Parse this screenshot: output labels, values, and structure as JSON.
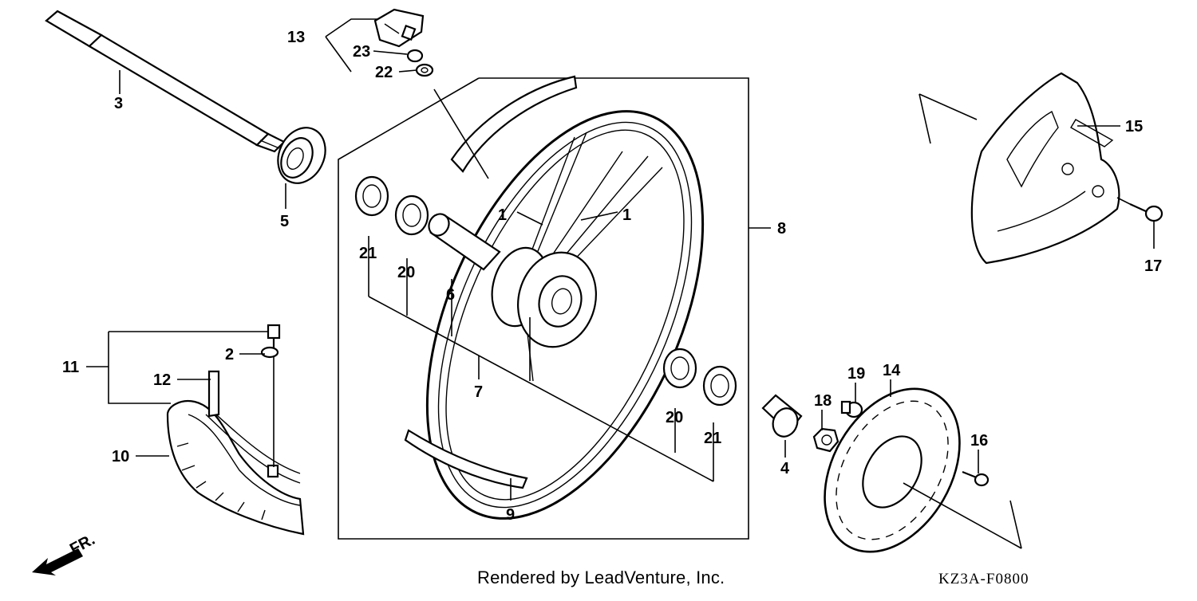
{
  "diagram": {
    "credit": "Rendered by LeadVenture, Inc.",
    "code": "KZ3A-F0800",
    "direction_label": "FR.",
    "callouts": [
      {
        "id": "c1a",
        "text": "1"
      },
      {
        "id": "c1b",
        "text": "1"
      },
      {
        "id": "c2",
        "text": "2"
      },
      {
        "id": "c3",
        "text": "3"
      },
      {
        "id": "c4",
        "text": "4"
      },
      {
        "id": "c5",
        "text": "5"
      },
      {
        "id": "c6",
        "text": "6"
      },
      {
        "id": "c7",
        "text": "7"
      },
      {
        "id": "c8",
        "text": "8"
      },
      {
        "id": "c9",
        "text": "9"
      },
      {
        "id": "c10",
        "text": "10"
      },
      {
        "id": "c11",
        "text": "11"
      },
      {
        "id": "c12",
        "text": "12"
      },
      {
        "id": "c13",
        "text": "13"
      },
      {
        "id": "c14",
        "text": "14"
      },
      {
        "id": "c15",
        "text": "15"
      },
      {
        "id": "c16",
        "text": "16"
      },
      {
        "id": "c17",
        "text": "17"
      },
      {
        "id": "c18",
        "text": "18"
      },
      {
        "id": "c19",
        "text": "19"
      },
      {
        "id": "c20a",
        "text": "20"
      },
      {
        "id": "c20b",
        "text": "20"
      },
      {
        "id": "c21a",
        "text": "21"
      },
      {
        "id": "c21b",
        "text": "21"
      },
      {
        "id": "c22",
        "text": "22"
      },
      {
        "id": "c23",
        "text": "23"
      }
    ]
  }
}
